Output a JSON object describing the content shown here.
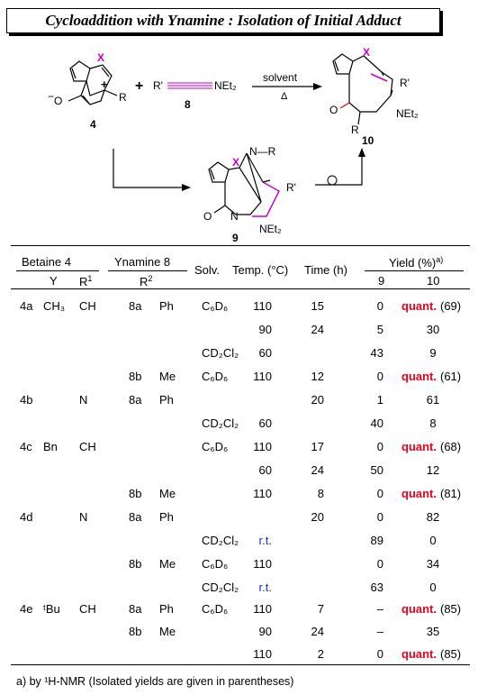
{
  "title": "Cycloaddition with Ynamine : Isolation of Initial Adduct",
  "scheme": {
    "labels": {
      "x": "X",
      "n": "N",
      "o": "O",
      "minus": "−",
      "plus": "+",
      "r": "R",
      "r_prime": "R'",
      "net2": "NEt₂",
      "n_r": "N—R",
      "reagent_plus": "+",
      "compound_4": "4",
      "compound_8": "8",
      "compound_9": "9",
      "compound_10": "10",
      "solvent": "solvent",
      "delta": "Δ"
    },
    "colors": {
      "x": "#c800c8",
      "alkyne": "#c800c8",
      "new_bond": "#c800c8",
      "carbonyl": "#e8001c"
    }
  },
  "table": {
    "headers": {
      "betaine": "Betaine 4",
      "ynamine": "Ynamine 8",
      "solv": "Solv.",
      "temp": "Temp. (°C)",
      "time": "Time (h)",
      "yield": "Yield (%)",
      "yield_sup": "a)",
      "y": "Y",
      "r1": "R",
      "r1_sup": "1",
      "r2": "R",
      "r2_sup": "2",
      "col9": "9",
      "col10": "10"
    },
    "rows": [
      {
        "cmpd": "4a",
        "y": "CH₃",
        "r1": "CH",
        "ynamine": "8a",
        "r2": "Ph",
        "solv": "C₆D₆",
        "temp": "110",
        "time": "15",
        "y9": "0",
        "y10": "quant.",
        "y10iso": "(69)"
      },
      {
        "cmpd": "",
        "y": "",
        "r1": "",
        "ynamine": "",
        "r2": "",
        "solv": "",
        "temp": "90",
        "time": "24",
        "y9": "5",
        "y10": "30",
        "y10iso": ""
      },
      {
        "cmpd": "",
        "y": "",
        "r1": "",
        "ynamine": "",
        "r2": "",
        "solv": "CD₂Cl₂",
        "temp": "60",
        "time": "",
        "y9": "43",
        "y10": "9",
        "y10iso": ""
      },
      {
        "cmpd": "",
        "y": "",
        "r1": "",
        "ynamine": "8b",
        "r2": "Me",
        "solv": "C₆D₆",
        "temp": "110",
        "time": "12",
        "y9": "0",
        "y10": "quant.",
        "y10iso": "(61)"
      },
      {
        "cmpd": "4b",
        "y": "",
        "r1": "N",
        "ynamine": "8a",
        "r2": "Ph",
        "solv": "",
        "temp": "",
        "time": "20",
        "y9": "1",
        "y10": "61",
        "y10iso": ""
      },
      {
        "cmpd": "",
        "y": "",
        "r1": "",
        "ynamine": "",
        "r2": "",
        "solv": "CD₂Cl₂",
        "temp": "60",
        "time": "",
        "y9": "40",
        "y10": "8",
        "y10iso": ""
      },
      {
        "cmpd": "4c",
        "y": "Bn",
        "r1": "CH",
        "ynamine": "",
        "r2": "",
        "solv": "C₆D₆",
        "temp": "110",
        "time": "17",
        "y9": "0",
        "y10": "quant.",
        "y10iso": "(68)"
      },
      {
        "cmpd": "",
        "y": "",
        "r1": "",
        "ynamine": "",
        "r2": "",
        "solv": "",
        "temp": "60",
        "time": "24",
        "y9": "50",
        "y10": "12",
        "y10iso": ""
      },
      {
        "cmpd": "",
        "y": "",
        "r1": "",
        "ynamine": "8b",
        "r2": "Me",
        "solv": "",
        "temp": "110",
        "time": "8",
        "y9": "0",
        "y10": "quant.",
        "y10iso": "(81)"
      },
      {
        "cmpd": "4d",
        "y": "",
        "r1": "N",
        "ynamine": "8a",
        "r2": "Ph",
        "solv": "",
        "temp": "",
        "time": "20",
        "y9": "0",
        "y10": "82",
        "y10iso": ""
      },
      {
        "cmpd": "",
        "y": "",
        "r1": "",
        "ynamine": "",
        "r2": "",
        "solv": "CD₂Cl₂",
        "temp": "r.t.",
        "time": "",
        "y9": "89",
        "y10": "0",
        "y10iso": ""
      },
      {
        "cmpd": "",
        "y": "",
        "r1": "",
        "ynamine": "8b",
        "r2": "Me",
        "solv": "C₆D₆",
        "temp": "110",
        "time": "",
        "y9": "0",
        "y10": "34",
        "y10iso": ""
      },
      {
        "cmpd": "",
        "y": "",
        "r1": "",
        "ynamine": "",
        "r2": "",
        "solv": "CD₂Cl₂",
        "temp": "r.t.",
        "time": "",
        "y9": "63",
        "y10": "0",
        "y10iso": ""
      },
      {
        "cmpd": "4e",
        "y": "ᵗBu",
        "r1": "CH",
        "ynamine": "8a",
        "r2": "Ph",
        "solv": "C₆D₆",
        "temp": "110",
        "time": "7",
        "y9": "–",
        "y10": "quant.",
        "y10iso": "(85)"
      },
      {
        "cmpd": "",
        "y": "",
        "r1": "",
        "ynamine": "8b",
        "r2": "Me",
        "solv": "",
        "temp": "90",
        "time": "24",
        "y9": "–",
        "y10": "35",
        "y10iso": ""
      },
      {
        "cmpd": "",
        "y": "",
        "r1": "",
        "ynamine": "",
        "r2": "",
        "solv": "",
        "temp": "110",
        "time": "2",
        "y9": "0",
        "y10": "quant.",
        "y10iso": "(85)"
      }
    ]
  },
  "footnote": "a)  by ¹H-NMR (Isolated yields are given in parentheses)"
}
